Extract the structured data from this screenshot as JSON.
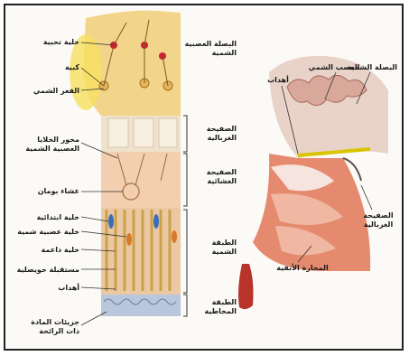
{
  "labels": {
    "left": [
      "خلية تحبية",
      "كبية",
      "الفعر الشمي",
      "محور الخلايا",
      "العصبية الشمية",
      "غشاء بومان",
      "خلية ابتدائية",
      "خلية عصبية شمية",
      "خلية داعمة",
      "مستقبلة حويصلية",
      "أهداب",
      "جزيئات المادة",
      "ذات الرائحة"
    ],
    "middle": [
      "البصلة العصبية",
      "الشمية",
      "الصفيحة",
      "الغربالية",
      "الصفيحة",
      "الغشائية",
      "الطبقة",
      "الشمية",
      "الطبقة",
      "المخاطية"
    ],
    "right": [
      "العصب الشمي",
      "البصلة الشمية",
      "أهداب",
      "الصفيحة",
      "الغربالية",
      "المحارة الأنفية"
    ]
  },
  "colors": {
    "bulb": "#f2d58a",
    "cribriform": "#efe2cc",
    "epithelium": "#f3cfb0",
    "receptor": "#c9a24a",
    "mucus": "#b9c7dc",
    "nasal": "#e58a6e",
    "brain": "#e9d3c9"
  }
}
